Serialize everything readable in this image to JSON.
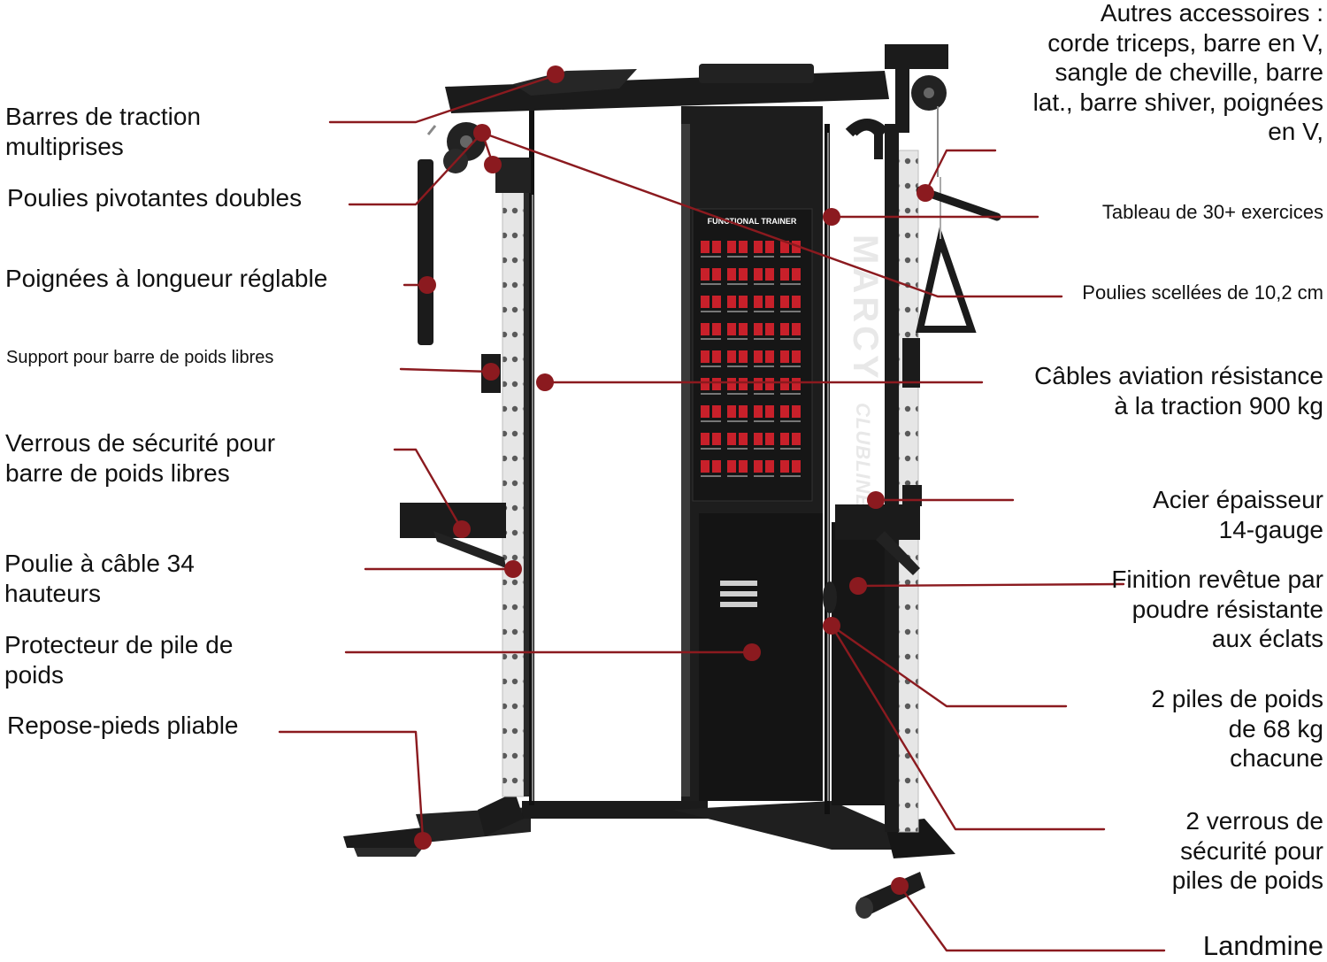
{
  "product": {
    "brand": "MARCY",
    "sub_brand": "CLUBLINE",
    "poster_title": "FUNCTIONAL TRAINER"
  },
  "colors": {
    "callout": "#8b1a1f",
    "frame": "#1b1b1b",
    "upright": "#e6e6e6",
    "poster": "#161616",
    "poster_icons": "#c8202a"
  },
  "labels": {
    "pull_up_bars": [
      "Barres de traction",
      "multiprises"
    ],
    "dual_pivot_pulleys": "Poulies pivotantes doubles",
    "adjustable_handles": "Poignées à longueur réglable",
    "bar_holder": "Support pour barre de poids libres",
    "safety_locks": [
      "Verrous de sécurité pour",
      "barre de poids libres"
    ],
    "cable_pulley": [
      "Poulie à câble 34",
      "hauteurs"
    ],
    "stack_shroud": [
      "Protecteur de pile de",
      "poids"
    ],
    "footrest": "Repose-pieds pliable",
    "accessories": [
      "Autres accessoires :",
      "corde triceps, barre en V,",
      "sangle de cheville, barre",
      "lat., barre shiver, poignées",
      "en V,"
    ],
    "exercise_chart": "Tableau de 30+ exercices",
    "sealed_pulleys": "Poulies scellées de 10,2 cm",
    "aviation_cables": [
      "Câbles aviation résistance",
      "à la traction 900 kg"
    ],
    "steel_gauge": [
      "Acier épaisseur",
      "14-gauge"
    ],
    "powder_coat": [
      "Finition revêtue par",
      "poudre résistante",
      "aux éclats"
    ],
    "weight_stacks": [
      "2 piles de poids",
      "de 68 kg",
      "chacune"
    ],
    "stack_locks": [
      "2 verrous de",
      "sécurité pour",
      "piles de poids"
    ],
    "landmine": "Landmine"
  }
}
